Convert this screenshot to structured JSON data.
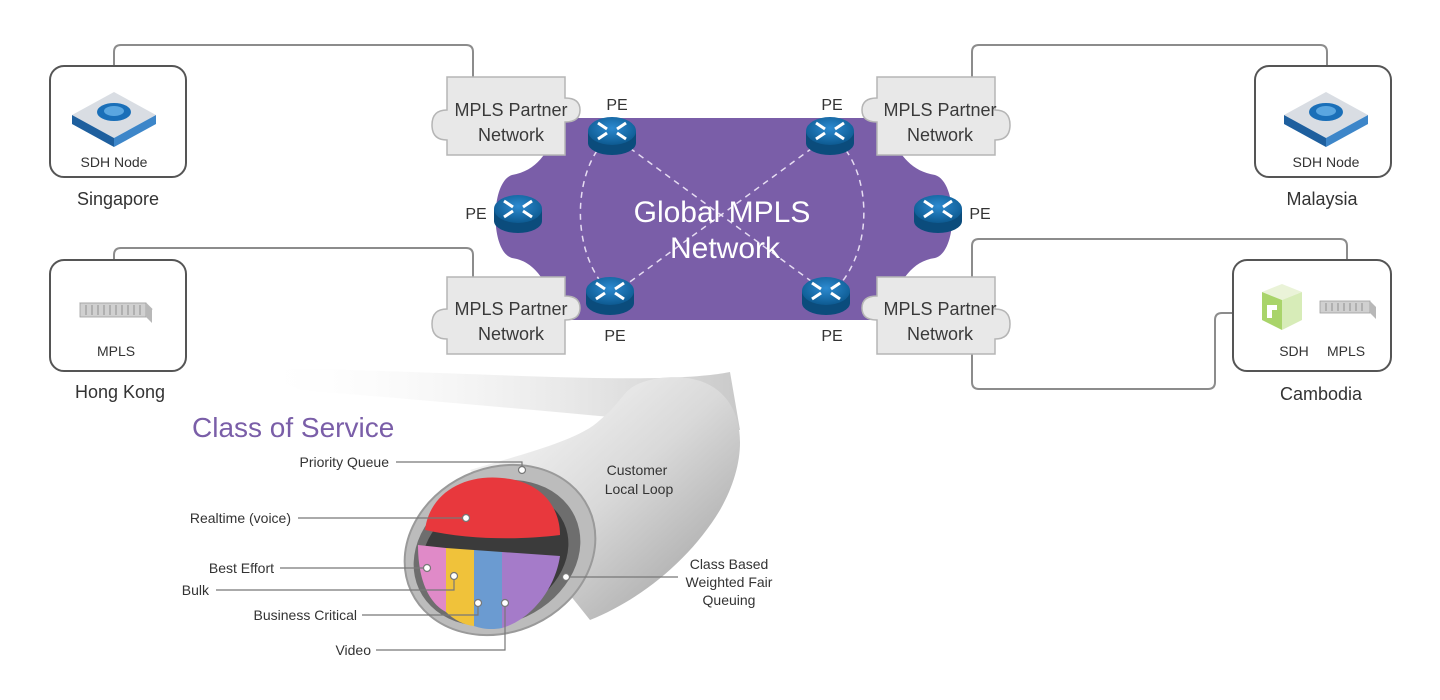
{
  "colors": {
    "core_purple": "#7a5ea8",
    "cos_title": "#7a5ea8",
    "router_blue": "#1a6fa8",
    "line_gray": "#8c8c8c",
    "realtime_red": "#e8383d",
    "best_effort_pink": "#e08ac8",
    "bulk_yellow": "#f0c23a",
    "business_blue": "#6b9bd1",
    "video_purple": "#a57bc9"
  },
  "core": {
    "line1": "Global MPLS",
    "line2": "Network"
  },
  "pe_label": "PE",
  "partner": {
    "line1": "MPLS Partner",
    "line2": "Network"
  },
  "sites": {
    "singapore": {
      "device": "SDH Node",
      "name": "Singapore"
    },
    "malaysia": {
      "device": "SDH Node",
      "name": "Malaysia"
    },
    "hongkong": {
      "device": "MPLS",
      "name": "Hong Kong"
    },
    "cambodia": {
      "device1": "SDH",
      "device2": "MPLS",
      "name": "Cambodia"
    }
  },
  "cos": {
    "title": "Class of Service",
    "priority_queue": "Priority Queue",
    "realtime": "Realtime (voice)",
    "best_effort": "Best Effort",
    "bulk": "Bulk",
    "business_critical": "Business Critical",
    "video": "Video",
    "customer_loop_1": "Customer",
    "customer_loop_2": "Local Loop",
    "cbwfq_1": "Class Based",
    "cbwfq_2": "Weighted Fair",
    "cbwfq_3": "Queuing"
  }
}
